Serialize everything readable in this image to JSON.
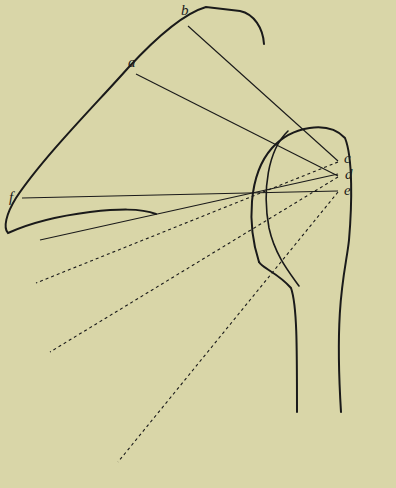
{
  "diagram": {
    "labels": [
      "b",
      "a",
      "f",
      "c",
      "d",
      "e"
    ]
  }
}
